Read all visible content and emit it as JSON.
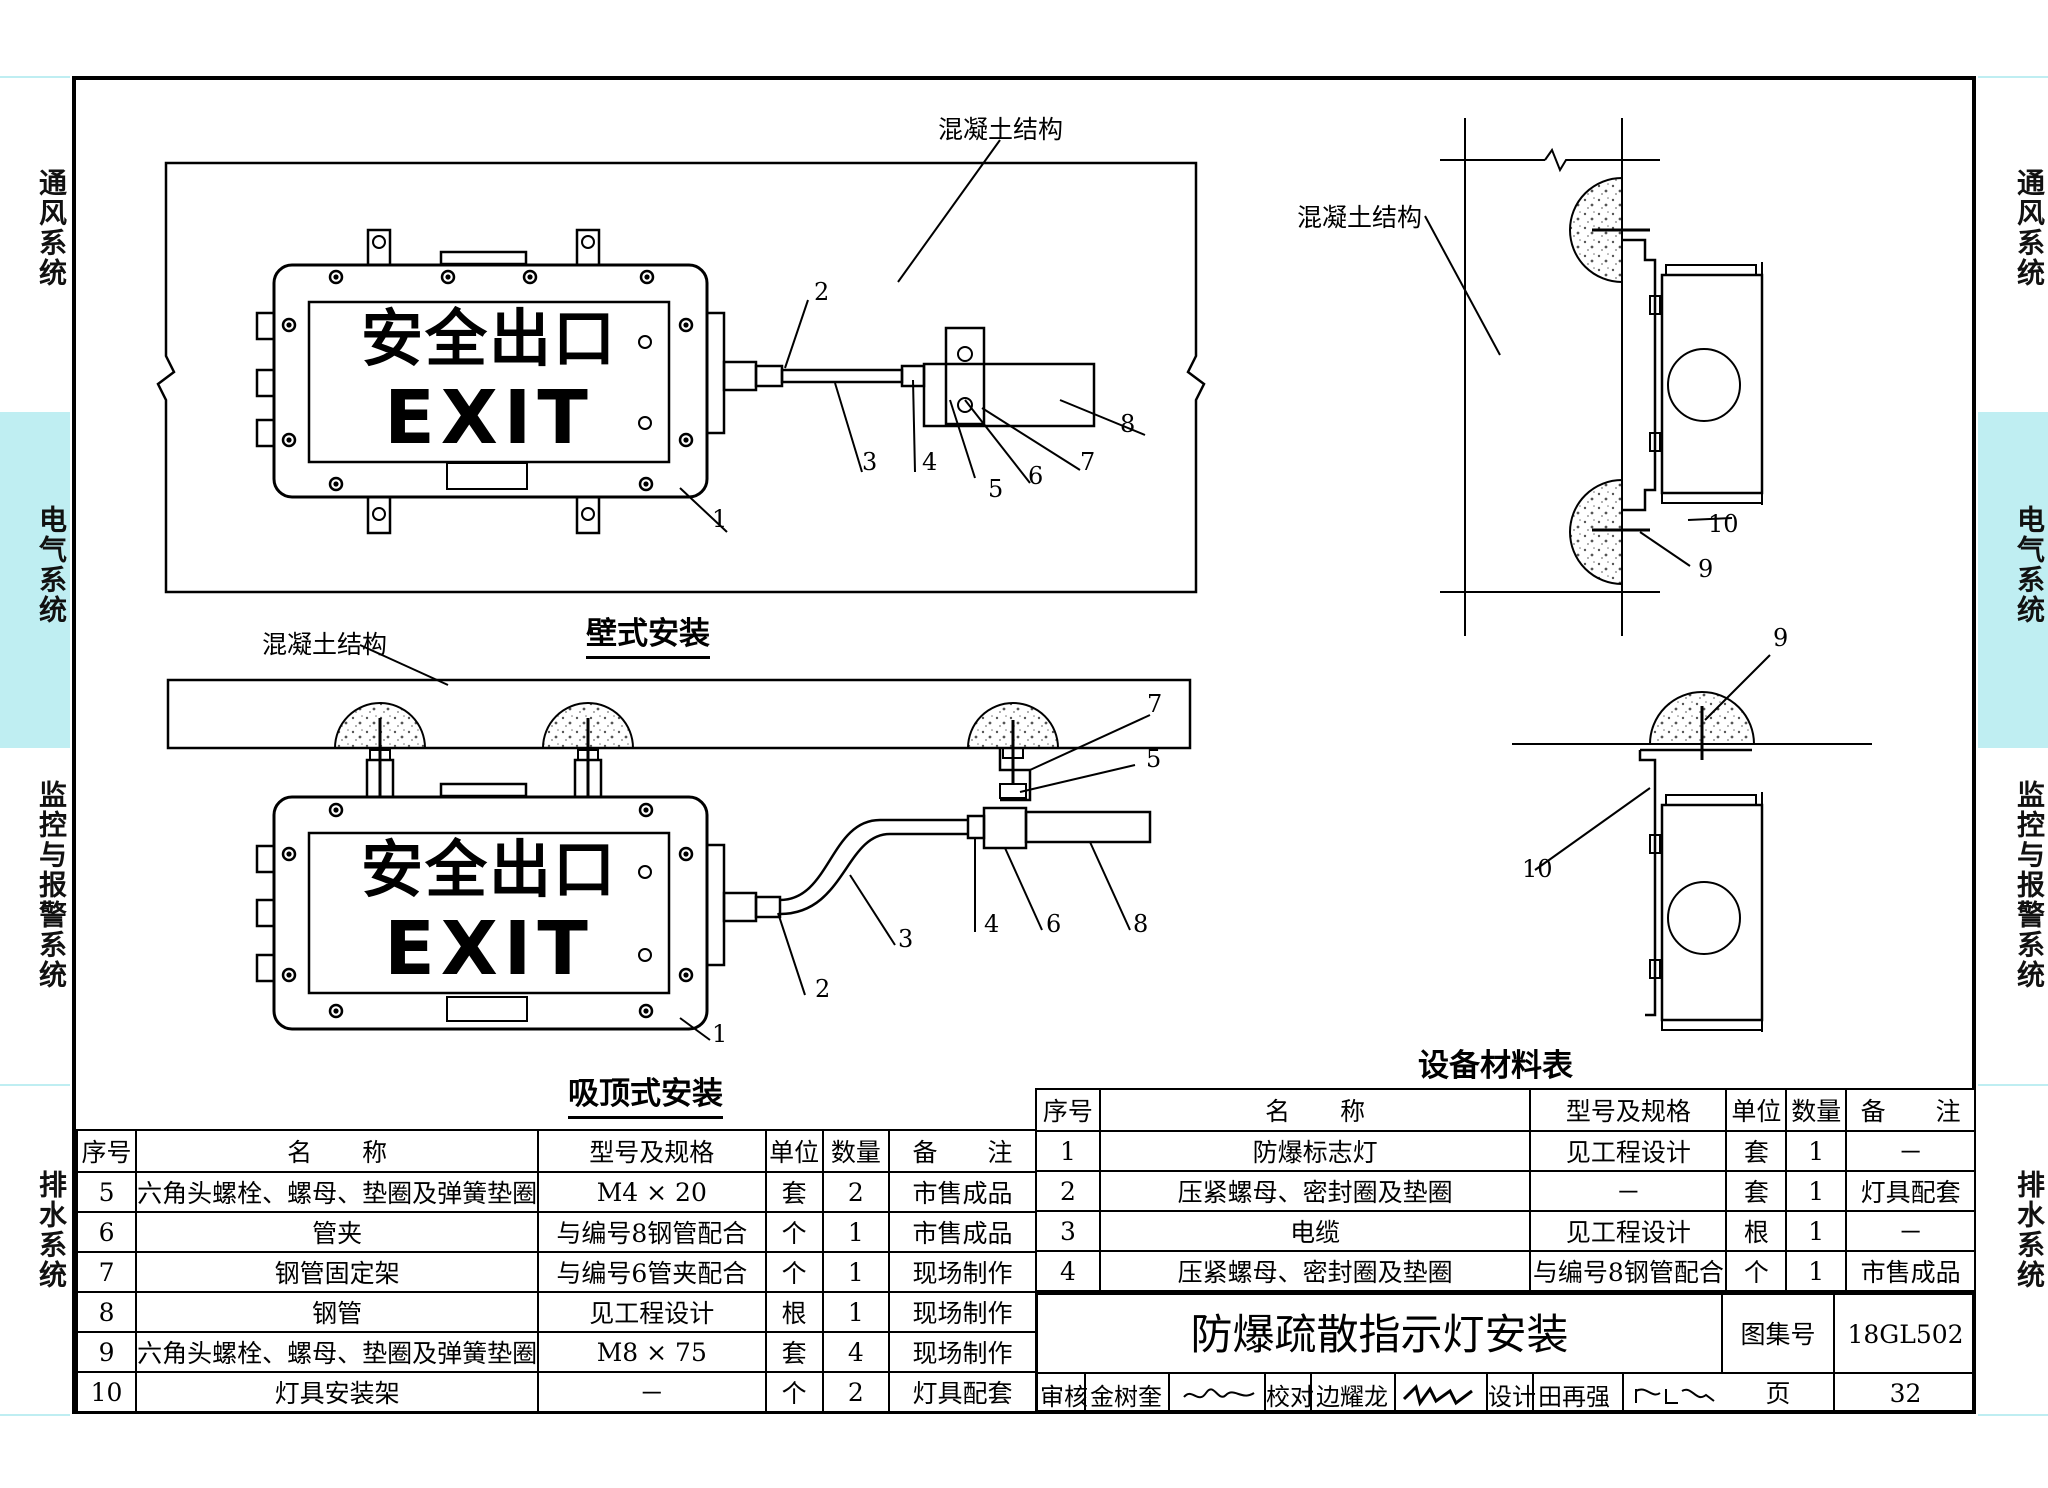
{
  "side_nav": {
    "left": [
      "通风系统",
      "电气系统",
      "监控与报警系统",
      "排水系统"
    ],
    "right": [
      "通风系统",
      "电气系统",
      "监控与报警系统",
      "排水系统"
    ],
    "active": "电气系统"
  },
  "views": {
    "wall_mount": {
      "title": "壁式安装",
      "structure_label": "混凝土结构",
      "sign_cn": "安全出口",
      "sign_en": "EXIT",
      "callouts": [
        "1",
        "2",
        "3",
        "4",
        "5",
        "6",
        "7",
        "8"
      ]
    },
    "ceiling_mount": {
      "title": "吸顶式安装",
      "structure_label": "混凝土结构",
      "sign_cn": "安全出口",
      "sign_en": "EXIT",
      "callouts": [
        "1",
        "2",
        "3",
        "4",
        "5",
        "6",
        "7",
        "8"
      ]
    },
    "side_wall": {
      "structure_label": "混凝土结构",
      "callouts": [
        "10",
        "9"
      ]
    },
    "side_ceiling": {
      "callouts": [
        "9",
        "10"
      ]
    }
  },
  "materials_table": {
    "title": "设备材料表",
    "headers": [
      "序号",
      "名　　称",
      "型号及规格",
      "单位",
      "数量",
      "备　　注"
    ],
    "left_rows": [
      [
        "5",
        "六角头螺栓、螺母、垫圈及弹簧垫圈",
        "M4 × 20",
        "套",
        "2",
        "市售成品"
      ],
      [
        "6",
        "管夹",
        "与编号8钢管配合",
        "个",
        "1",
        "市售成品"
      ],
      [
        "7",
        "钢管固定架",
        "与编号6管夹配合",
        "个",
        "1",
        "现场制作"
      ],
      [
        "8",
        "钢管",
        "见工程设计",
        "根",
        "1",
        "现场制作"
      ],
      [
        "9",
        "六角头螺栓、螺母、垫圈及弹簧垫圈",
        "M8 × 75",
        "套",
        "4",
        "现场制作"
      ],
      [
        "10",
        "灯具安装架",
        "－",
        "个",
        "2",
        "灯具配套"
      ]
    ],
    "right_rows": [
      [
        "1",
        "防爆标志灯",
        "见工程设计",
        "套",
        "1",
        "－"
      ],
      [
        "2",
        "压紧螺母、密封圈及垫圈",
        "－",
        "套",
        "1",
        "灯具配套"
      ],
      [
        "3",
        "电缆",
        "见工程设计",
        "根",
        "1",
        "－"
      ],
      [
        "4",
        "压紧螺母、密封圈及垫圈",
        "与编号8钢管配合",
        "个",
        "1",
        "市售成品"
      ]
    ]
  },
  "title_block": {
    "drawing_title": "防爆疏散指示灯安装",
    "atlas_label": "图集号",
    "atlas_no": "18GL502",
    "page_label": "页",
    "page_no": "32",
    "review_label": "审核",
    "reviewer": "金树奎",
    "check_label": "校对",
    "checker": "边耀龙",
    "design_label": "设计",
    "designer": "田再强",
    "signature_images": [
      "reviewer-signature",
      "checker-signature",
      "designer-signature"
    ]
  },
  "colors": {
    "accent_band": "#bfeef2",
    "line": "#000000",
    "concrete_dots": "#555555"
  }
}
